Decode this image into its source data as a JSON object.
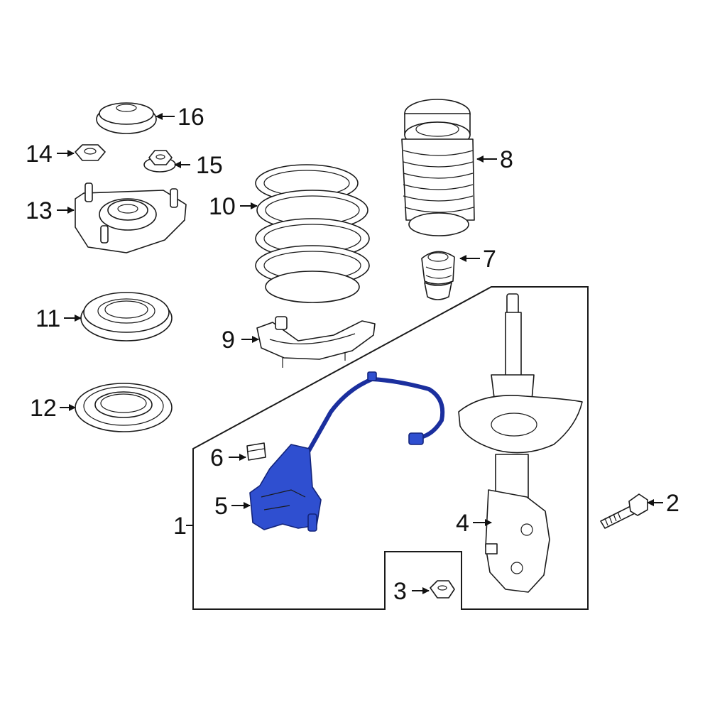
{
  "accent_color": "#2f4fd0",
  "labels": {
    "l1": "1",
    "l2": "2",
    "l3": "3",
    "l4": "4",
    "l5": "5",
    "l6": "6",
    "l7": "7",
    "l8": "8",
    "l9": "9",
    "l10": "10",
    "l11": "11",
    "l12": "12",
    "l13": "13",
    "l14": "14",
    "l15": "15",
    "l16": "16"
  }
}
